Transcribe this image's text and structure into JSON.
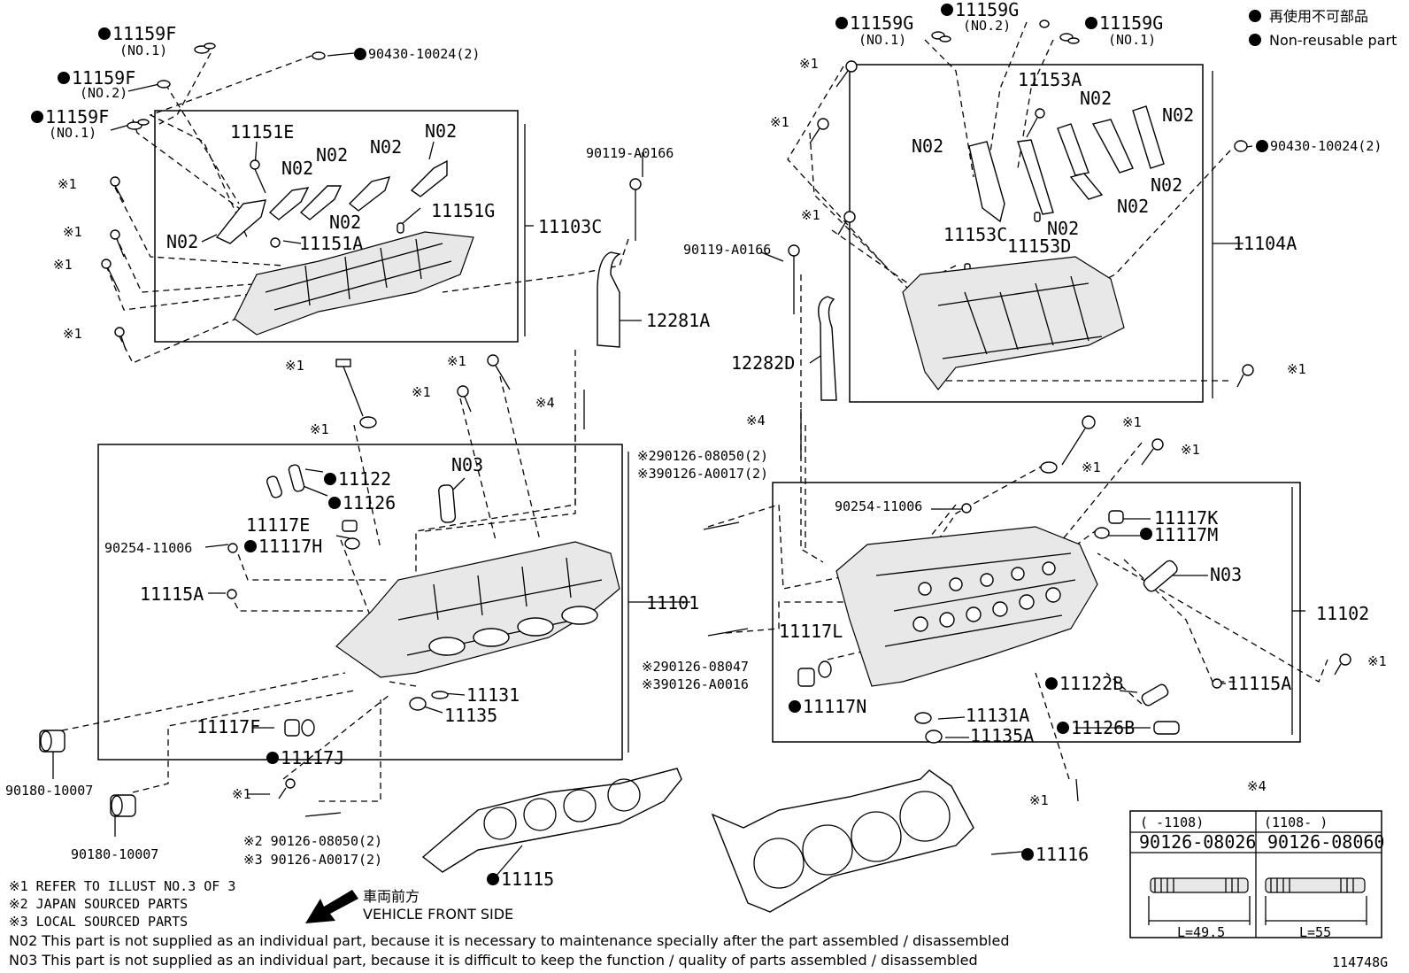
{
  "legend": {
    "reuse_jp": "再使用不可部品",
    "reuse_en": "Non-reusable part"
  },
  "labels": {
    "p11159F_no1_top": "11159F",
    "no1_a": "(NO.1)",
    "p90430_left": "90430-10024(2)",
    "p11159F_no2": "11159F",
    "no2_a": "(NO.2)",
    "p11159F_no1_mid": "11159F",
    "no1_b": "(NO.1)",
    "p11151E": "11151E",
    "n02_l1": "N02",
    "n02_l2": "N02",
    "n02_l3": "N02",
    "n02_l4": "N02",
    "n02_l5": "N02",
    "n02_l6": "N02",
    "p11151G": "11151G",
    "p11151A": "11151A",
    "p11103C": "11103C",
    "p90119_left": "90119-A0166",
    "p12281A": "12281A",
    "p11159G_no1_l": "11159G",
    "no1_c": "(NO.1)",
    "p11159G_no2": "11159G",
    "no2_b": "(NO.2)",
    "p11159G_no1_r": "11159G",
    "no1_d": "(NO.1)",
    "p11153A": "11153A",
    "n02_r1": "N02",
    "n02_r2": "N02",
    "n02_r3": "N02",
    "n02_r4": "N02",
    "n02_r5": "N02",
    "n02_r6": "N02",
    "p90430_right": "90430-10024(2)",
    "p11153C": "11153C",
    "p11153D": "11153D",
    "p11104A": "11104A",
    "p90119_right": "90119-A0166",
    "p12282D": "12282D",
    "p11122": "11122",
    "p11126": "11126",
    "n03_left": "N03",
    "p11117E": "11117E",
    "p90254_left": "90254-11006",
    "p11117H": "11117H",
    "p11115A_left": "11115A",
    "p11101": "11101",
    "p11131": "11131",
    "p11135": "11135",
    "p11117F": "11117F",
    "p11117J": "11117J",
    "p90180_a": "90180-10007",
    "p90180_b": "90180-10007",
    "stud2_l": "※2 90126-08050(2)",
    "stud3_l": "※3 90126-A0017(2)",
    "stud2_top": "※290126-08050(2)",
    "stud3_top": "※390126-A0017(2)",
    "p90254_right": "90254-11006",
    "p11117K": "11117K",
    "p11117M": "11117M",
    "n03_right": "N03",
    "p11102": "11102",
    "p11117L": "11117L",
    "stud2_mid": "※290126-08047",
    "stud3_mid": "※390126-A0016",
    "p11117N": "11117N",
    "p11122B": "11122B",
    "p11115A_right": "11115A",
    "p11131A": "11131A",
    "p11135A": "11135A",
    "p11126B": "11126B",
    "p11115": "11115",
    "p11116": "11116",
    "front_jp": "車両前方",
    "front_en": "VEHICLE FRONT SIDE",
    "ref1": "※1",
    "ref4": "※4"
  },
  "notes": {
    "n1": "※1 REFER TO ILLUST NO.3 OF 3",
    "n2": "※2 JAPAN SOURCED PARTS",
    "n3": "※3 LOCAL SOURCED PARTS",
    "n02": "N02 This part is not supplied as an individual part, because it is necessary to maintenance specially after the part assembled / disassembled",
    "n03": "N03 This part is not supplied as an individual part, because it is difficult to keep the function / quality of parts assembled / disassembled"
  },
  "table": {
    "title": "※4",
    "col1_range": "(      -1108)",
    "col2_range": "(1108-      )",
    "col1_part": "90126-08026",
    "col2_part": "90126-08060",
    "col1_len": "L=49.5",
    "col2_len": "L=55"
  },
  "figure_id": "114748G"
}
